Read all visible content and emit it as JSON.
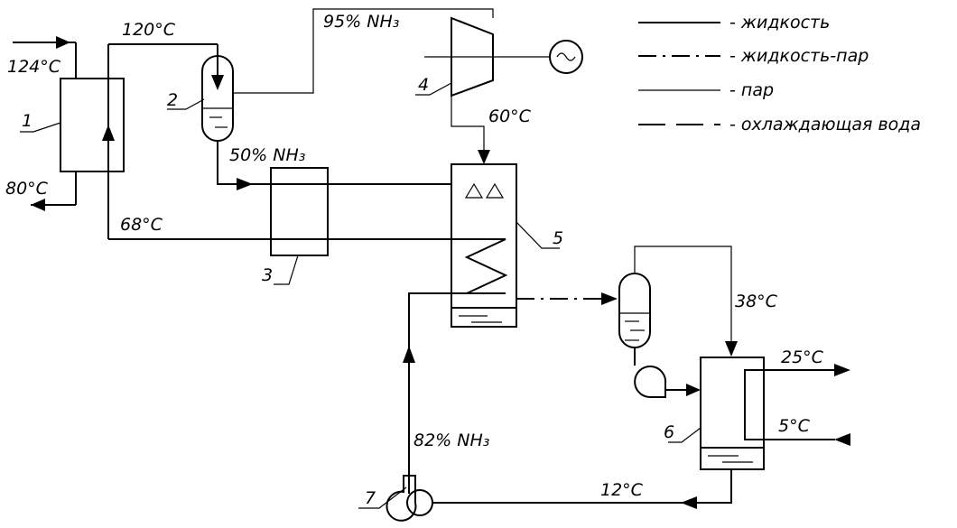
{
  "temperatures": {
    "t124": "124°C",
    "t120": "120°C",
    "t80": "80°C",
    "t68": "68°C",
    "t60": "60°C",
    "t38": "38°C",
    "t25": "25°C",
    "t5": "5°C",
    "t12": "12°C"
  },
  "concentrations": {
    "c95": "95% NH₃",
    "c50": "50% NH₃",
    "c82": "82% NH₃"
  },
  "numbers": [
    "1",
    "2",
    "3",
    "4",
    "5",
    "6",
    "7"
  ],
  "legend": [
    {
      "style": "solid",
      "label": "- жидкость"
    },
    {
      "style": "long-dash-dot",
      "label": "- жидкость-пар"
    },
    {
      "style": "thin",
      "label": "- пар"
    },
    {
      "style": "dashed",
      "label": "- охлаждающая вода"
    }
  ]
}
